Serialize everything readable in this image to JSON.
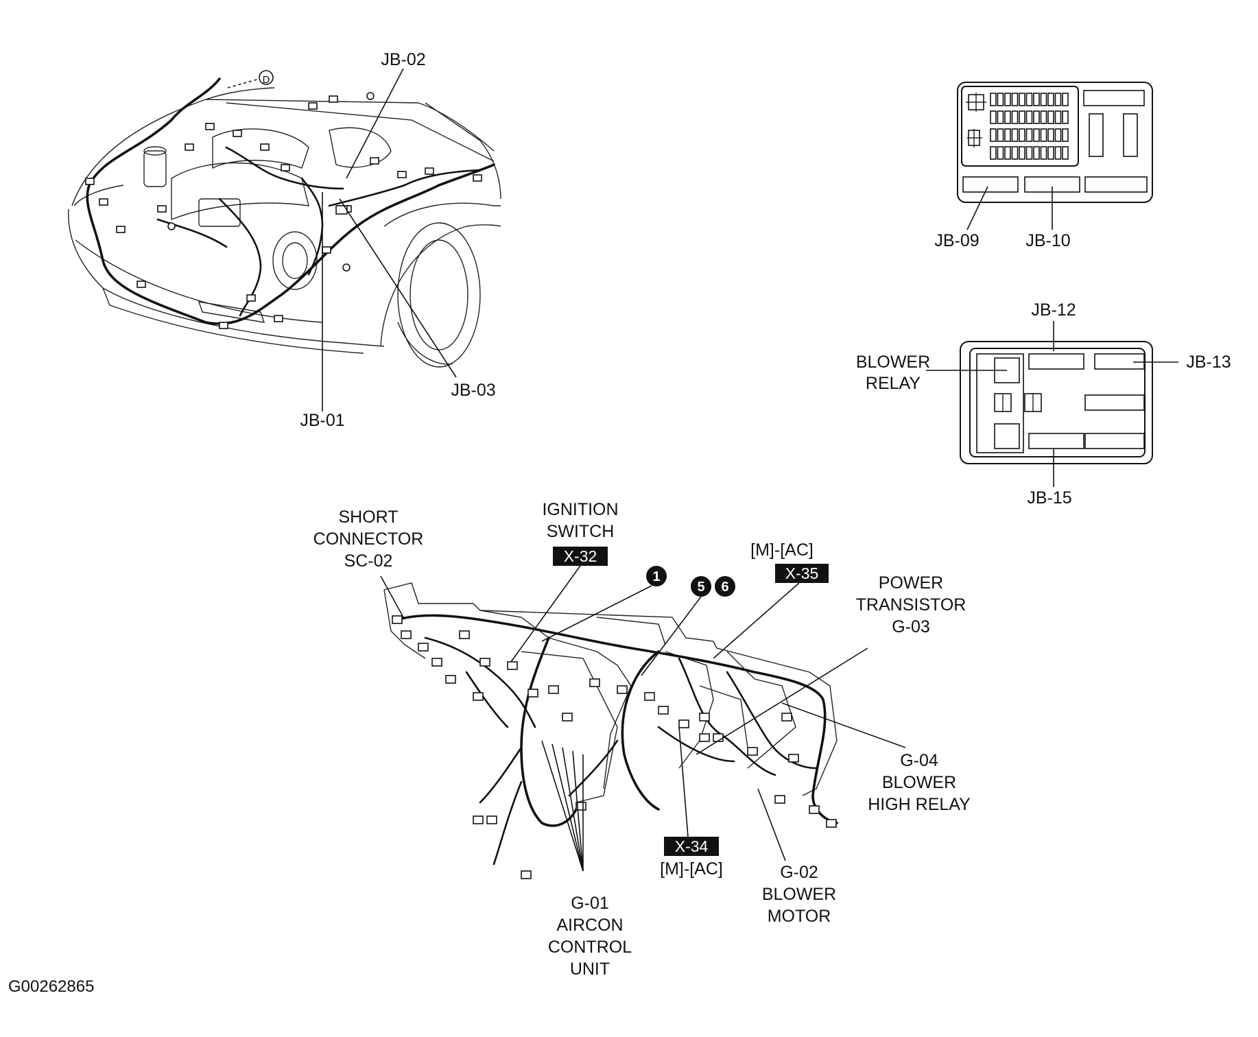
{
  "figure_id": "G00262865",
  "engine_bay": {
    "labels": {
      "jb02": "JB-02",
      "jb03": "JB-03",
      "jb01": "JB-01",
      "view_marker": "D"
    }
  },
  "fuse_box_top": {
    "labels": {
      "jb09": "JB-09",
      "jb10": "JB-10"
    }
  },
  "relay_box": {
    "labels": {
      "jb12": "JB-12",
      "jb13": "JB-13",
      "jb15": "JB-15",
      "blower_relay_line1": "BLOWER",
      "blower_relay_line2": "RELAY"
    }
  },
  "dashboard": {
    "short_connector": [
      "SHORT",
      "CONNECTOR",
      "SC-02"
    ],
    "ignition_switch": [
      "IGNITION",
      "SWITCH"
    ],
    "ignition_code": "X-32",
    "marker_1": "1",
    "marker_5": "5",
    "marker_6": "6",
    "x35_variant": "[M]-[AC]",
    "x35_code": "X-35",
    "power_transistor": [
      "POWER",
      "TRANSISTOR",
      "G-03"
    ],
    "blower_high_relay": [
      "G-04",
      "BLOWER",
      "HIGH RELAY"
    ],
    "x34_code": "X-34",
    "x34_variant": "[M]-[AC]",
    "blower_motor": [
      "G-02",
      "BLOWER",
      "MOTOR"
    ],
    "aircon_control": [
      "G-01",
      "AIRCON",
      "CONTROL",
      "UNIT"
    ]
  }
}
